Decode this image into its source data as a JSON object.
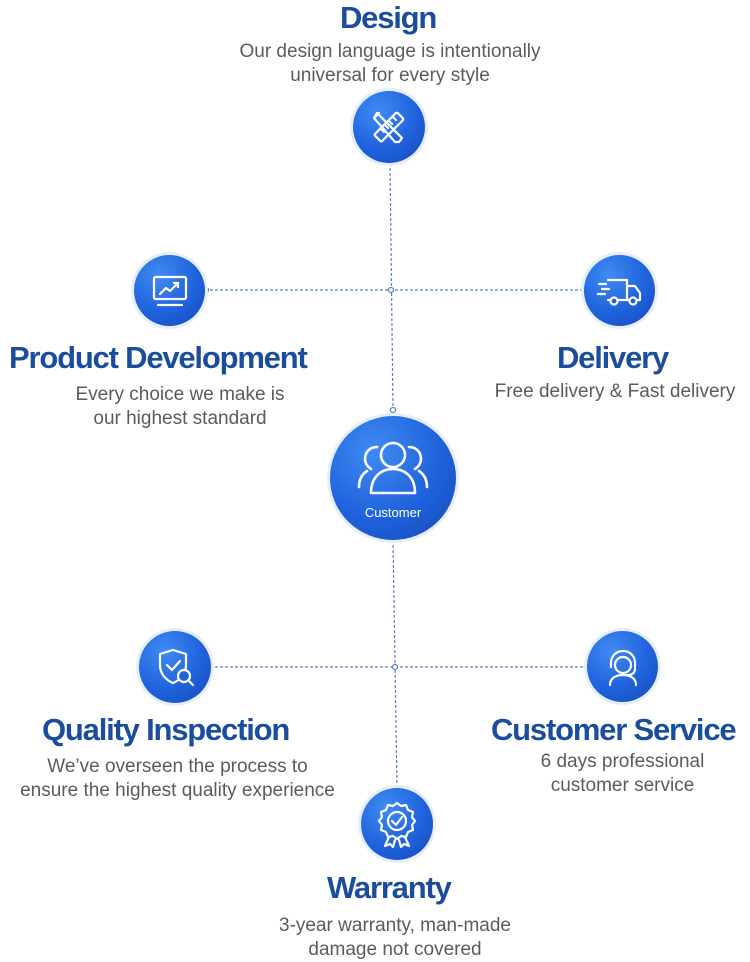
{
  "center": {
    "label": "Customer",
    "icon": "users-icon"
  },
  "nodes": {
    "design": {
      "title": "Design",
      "description": "Our design language is intentionally\nuniversal for every style",
      "icon": "ruler-pencil-icon"
    },
    "product_development": {
      "title": "Product Development",
      "description": "Every choice we make is\nour highest standard",
      "icon": "monitor-chart-icon"
    },
    "delivery": {
      "title": "Delivery",
      "description": "Free delivery & Fast delivery",
      "icon": "truck-icon"
    },
    "quality_inspection": {
      "title": "Quality Inspection",
      "description": "We’ve overseen the process to\nensure the highest quality experience",
      "icon": "shield-search-icon"
    },
    "customer_service": {
      "title": "Customer Service",
      "description": "6 days professional\ncustomer service",
      "icon": "headset-icon"
    },
    "warranty": {
      "title": "Warranty",
      "description": "3-year warranty, man-made\ndamage not covered",
      "icon": "badge-check-icon"
    }
  },
  "colors": {
    "accent": "#1f62dc",
    "title": "#1a4d9e",
    "text": "#5b5b5b",
    "connector": "#5a7fc4"
  }
}
